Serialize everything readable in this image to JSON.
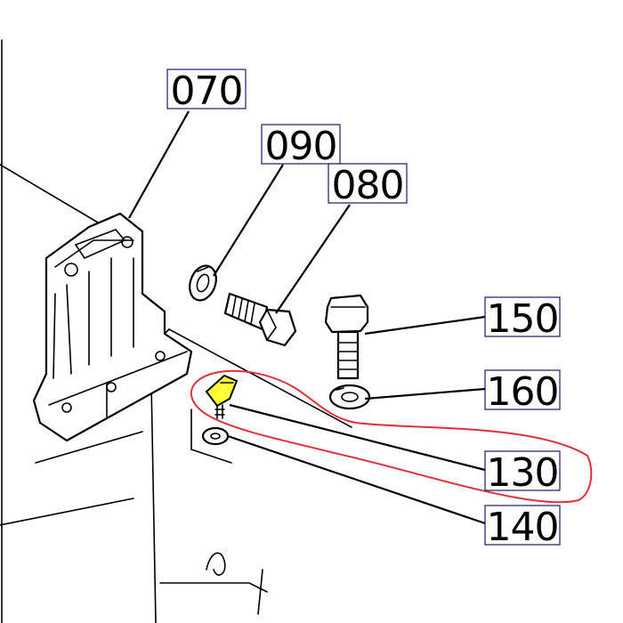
{
  "callouts": [
    {
      "id": "070",
      "label": "070"
    },
    {
      "id": "090",
      "label": "090"
    },
    {
      "id": "080",
      "label": "080"
    },
    {
      "id": "150",
      "label": "150"
    },
    {
      "id": "160",
      "label": "160"
    },
    {
      "id": "130",
      "label": "130"
    },
    {
      "id": "140",
      "label": "140"
    }
  ],
  "colors": {
    "annotation_outline": "#e0303a",
    "grease_fitting_highlight": "#ffff33",
    "callout_border": "#1a1a66"
  }
}
